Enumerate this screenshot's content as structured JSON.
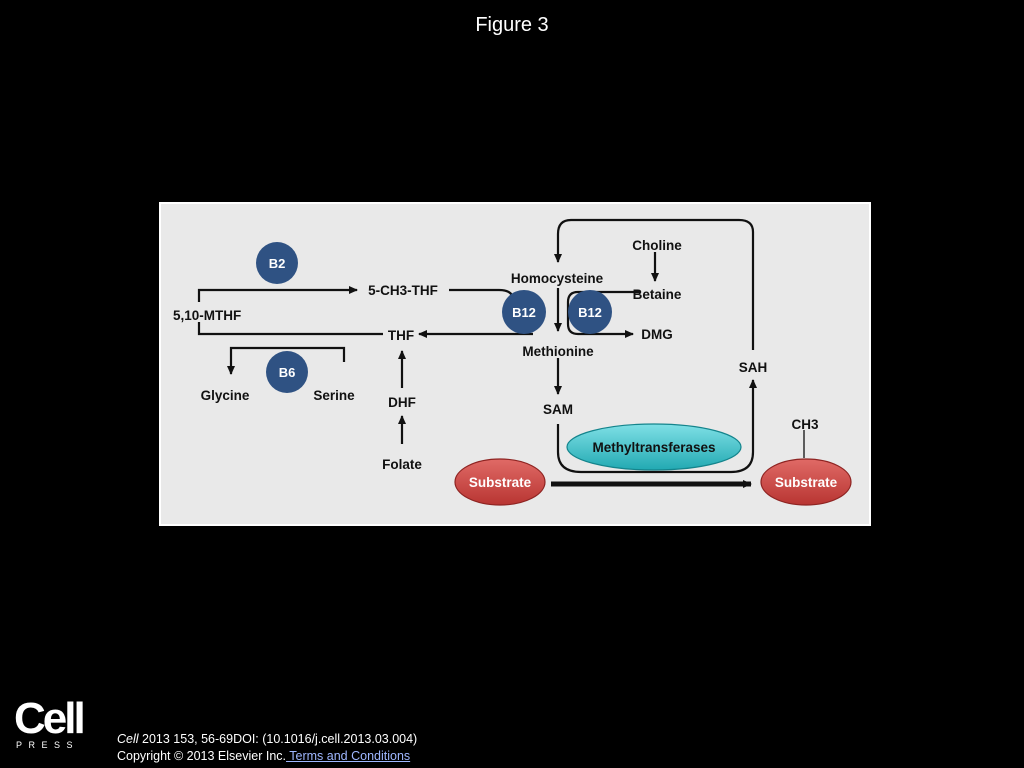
{
  "slide": {
    "title": "Figure 3"
  },
  "diagram": {
    "nodes": {
      "mthf": "5,10-MTHF",
      "ch3thf": "5-CH3-THF",
      "thf": "THF",
      "dhf": "DHF",
      "folate": "Folate",
      "glycine": "Glycine",
      "serine": "Serine",
      "homocysteine": "Homocysteine",
      "methionine": "Methionine",
      "sam": "SAM",
      "sah": "SAH",
      "choline": "Choline",
      "betaine": "Betaine",
      "dmg": "DMG",
      "ch3": "CH3"
    },
    "badges": {
      "b2": "B2",
      "b6": "B6",
      "b12_left": "B12",
      "b12_right": "B12"
    },
    "enzyme": "Methyltransferases",
    "substrate_left": "Substrate",
    "substrate_right": "Substrate",
    "colors": {
      "badge": "#2f5283",
      "enzyme": "#3dbfc6",
      "substrate": "#cf4744",
      "panel": "#e9e9e9"
    }
  },
  "footer": {
    "logo_word": "Cell",
    "logo_sub": "PRESS",
    "journal": "Cell",
    "citation": " 2013 153, 56-69DOI: (10.1016/j.cell.2013.03.004)",
    "copyright": "Copyright © 2013 Elsevier Inc.",
    "terms_link": " Terms and Conditions"
  }
}
